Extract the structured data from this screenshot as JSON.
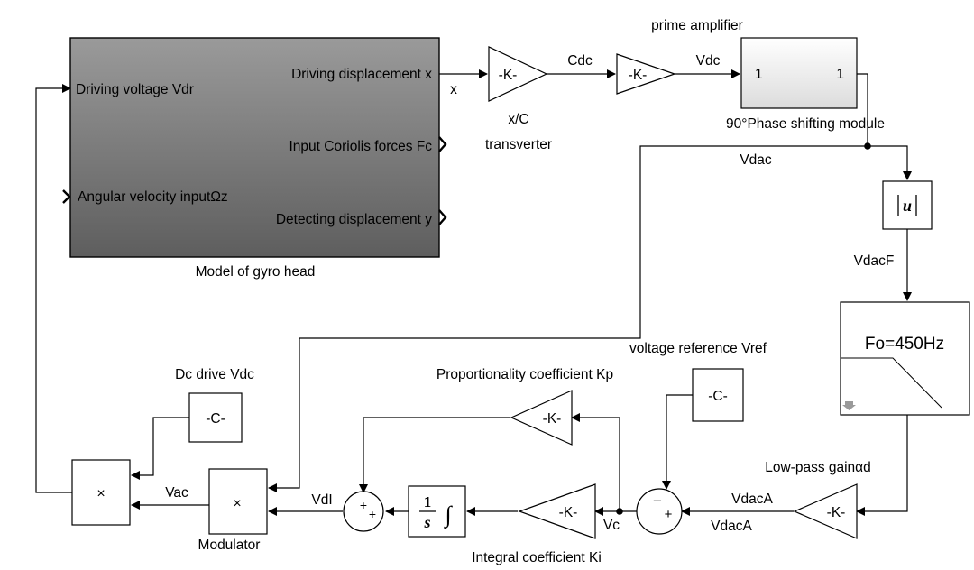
{
  "gyro_head": {
    "caption": "Model of gyro head",
    "port_driving_voltage": "Driving voltage Vdr",
    "port_angular_velocity": "Angular velocity inputΩz",
    "port_driving_displacement": "Driving displacement x",
    "port_coriolis": "Input Coriolis forces Fc",
    "port_detecting": "Detecting displacement y"
  },
  "transverter": {
    "symbol": "-K-",
    "label_top": "x/C",
    "label_bottom": "transverter"
  },
  "prime_amplifier": {
    "label": "prime amplifier",
    "symbol": "-K-"
  },
  "phase_shifter": {
    "label": "90°Phase shifting module",
    "in_port": "1",
    "out_port": "1"
  },
  "abs_block": {
    "symbol": "|u|"
  },
  "low_pass_filter": {
    "label": "Fo=450Hz"
  },
  "low_pass_gain": {
    "label": "Low-pass gainαd",
    "symbol": "-K-"
  },
  "voltage_reference": {
    "label": "voltage reference Vref",
    "symbol": "-C-"
  },
  "proportional_gain": {
    "label": "Proportionality coefficient Kp",
    "symbol": "-K-"
  },
  "integral_gain": {
    "label": "Integral coefficient Ki",
    "symbol": "-K-"
  },
  "integrator": {
    "numerator": "1",
    "denominator": "s",
    "sign": "∫"
  },
  "dc_drive": {
    "label": "Dc drive Vdc",
    "symbol": "-C-"
  },
  "modulator": {
    "label": "Modulator",
    "symbol": "×"
  },
  "output_multiplier": {
    "symbol": "×"
  },
  "sum_pi": {
    "sign_top": "+",
    "sign_right": "+"
  },
  "sum_error": {
    "sign_top": "−",
    "sign_right": "+"
  },
  "signals": {
    "x": "x",
    "cdc": "Cdc",
    "vdc": "Vdc",
    "vdac": "Vdac",
    "vdacf": "VdacF",
    "vdaca_1": "VdacA",
    "vdaca_2": "VdacA",
    "vc": "Vc",
    "vdi": "VdI",
    "vac": "Vac"
  }
}
